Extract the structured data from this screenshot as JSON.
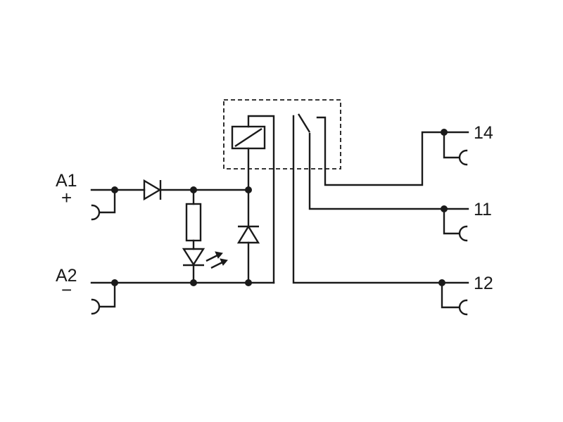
{
  "labels": {
    "a1": "A1",
    "a1_sign": "+",
    "a2": "A2",
    "a2_sign": "−",
    "t14": "14",
    "t11": "11",
    "t12": "12"
  },
  "colors": {
    "ink": "#1a1a1a",
    "background": "#ffffff"
  }
}
